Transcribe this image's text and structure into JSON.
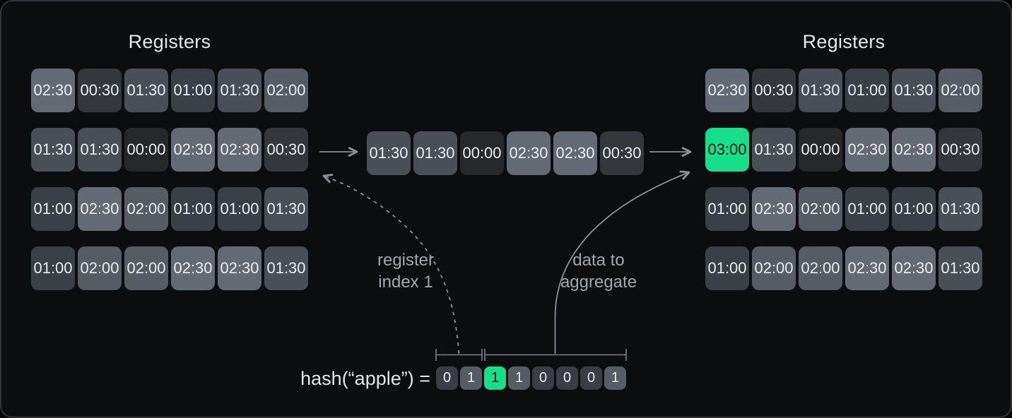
{
  "colors": {
    "panel_bg": "#0c0d0f",
    "panel_border": "#33363b",
    "accent": "#14e08c",
    "accent_text": "#0c0d0f",
    "cell_text": "#ebecee",
    "title_text": "#e7e8ea",
    "label_text": "#a2a7ad",
    "arrow": "#8b9097",
    "bracket": "#7a7f86"
  },
  "value_colors": {
    "00:00": "#26282c",
    "00:30": "#34373c",
    "01:00": "#3b4046",
    "01:30": "#4a4f57",
    "02:00": "#575c64",
    "02:30": "#646a73",
    "03:00": "#14e08c"
  },
  "bit_colors": {
    "0": "#3a3e44",
    "1": "#565c64"
  },
  "left_registers": {
    "title": "Registers",
    "rows": [
      [
        "02:30",
        "00:30",
        "01:30",
        "01:00",
        "01:30",
        "02:00"
      ],
      [
        "01:30",
        "01:30",
        "00:00",
        "02:30",
        "02:30",
        "00:30"
      ],
      [
        "01:00",
        "02:30",
        "02:00",
        "01:00",
        "01:00",
        "01:30"
      ],
      [
        "01:00",
        "02:00",
        "02:00",
        "02:30",
        "02:30",
        "01:30"
      ]
    ]
  },
  "right_registers": {
    "title": "Registers",
    "rows": [
      [
        "02:30",
        "00:30",
        "01:30",
        "01:00",
        "01:30",
        "02:00"
      ],
      [
        "03:00",
        "01:30",
        "00:00",
        "02:30",
        "02:30",
        "00:30"
      ],
      [
        "01:00",
        "02:30",
        "02:00",
        "01:00",
        "01:00",
        "01:30"
      ],
      [
        "01:00",
        "02:00",
        "02:00",
        "02:30",
        "02:30",
        "01:30"
      ]
    ],
    "highlight": {
      "row": 1,
      "col": 0
    }
  },
  "extracted_row": {
    "cells": [
      "01:30",
      "01:30",
      "00:00",
      "02:30",
      "02:30",
      "00:30"
    ]
  },
  "hash": {
    "label": "hash(“apple”) =",
    "bits": [
      "0",
      "1",
      "1",
      "1",
      "0",
      "0",
      "0",
      "1"
    ],
    "highlight_index": 2
  },
  "annotations": {
    "register_index": {
      "line1": "register",
      "line2": "index 1"
    },
    "data_aggregate": {
      "line1": "data to",
      "line2": "aggregate"
    }
  }
}
